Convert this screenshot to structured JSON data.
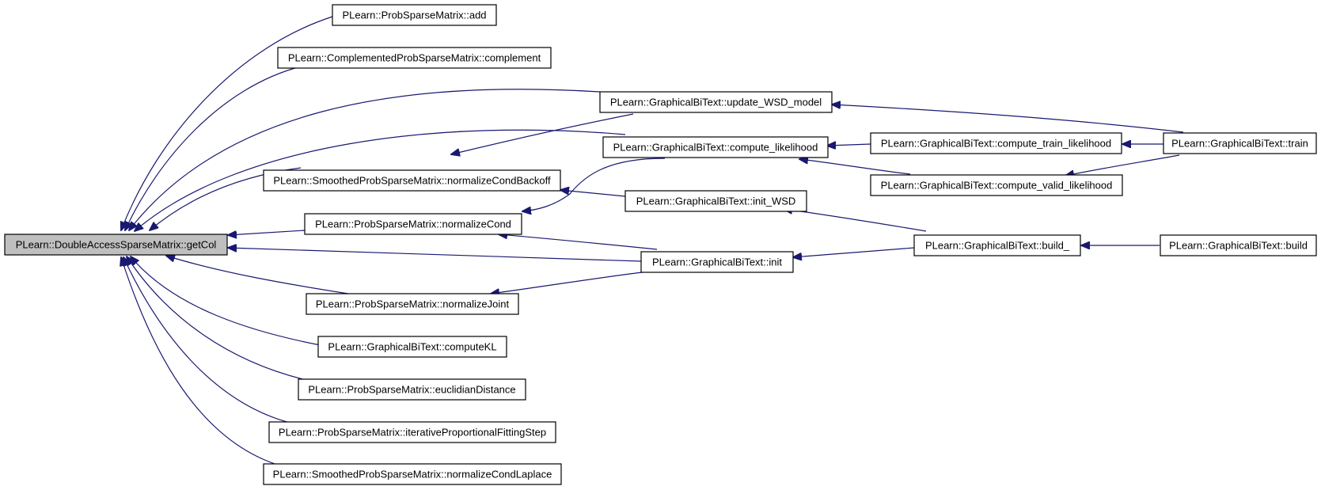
{
  "colors": {
    "edge": "#191970",
    "node_border": "#000000",
    "root_fill": "#bfbfbf",
    "node_fill": "#ffffff"
  },
  "nodes": {
    "getcol": "PLearn::DoubleAccessSparseMatrix::getCol",
    "add": "PLearn::ProbSparseMatrix::add",
    "complement": "PLearn::ComplementedProbSparseMatrix::complement",
    "norm_cond_backoff": "PLearn::SmoothedProbSparseMatrix::normalizeCondBackoff",
    "norm_cond": "PLearn::ProbSparseMatrix::normalizeCond",
    "norm_joint": "PLearn::ProbSparseMatrix::normalizeJoint",
    "compute_kl": "PLearn::GraphicalBiText::computeKL",
    "euclidian": "PLearn::ProbSparseMatrix::euclidianDistance",
    "ipf_step": "PLearn::ProbSparseMatrix::iterativeProportionalFittingStep",
    "norm_cond_laplace": "PLearn::SmoothedProbSparseMatrix::normalizeCondLaplace",
    "update_wsd": "PLearn::GraphicalBiText::update_WSD_model",
    "compute_lik": "PLearn::GraphicalBiText::compute_likelihood",
    "init_wsd": "PLearn::GraphicalBiText::init_WSD",
    "init": "PLearn::GraphicalBiText::init",
    "train_lik": "PLearn::GraphicalBiText::compute_train_likelihood",
    "valid_lik": "PLearn::GraphicalBiText::compute_valid_likelihood",
    "build_": "PLearn::GraphicalBiText::build_",
    "train": "PLearn::GraphicalBiText::train",
    "build": "PLearn::GraphicalBiText::build"
  },
  "edges": [
    {
      "from": "add",
      "to": "getcol"
    },
    {
      "from": "complement",
      "to": "getcol"
    },
    {
      "from": "update_wsd",
      "to": "getcol"
    },
    {
      "from": "compute_lik",
      "to": "getcol"
    },
    {
      "from": "norm_cond_backoff",
      "to": "getcol"
    },
    {
      "from": "norm_cond",
      "to": "getcol"
    },
    {
      "from": "init",
      "to": "getcol"
    },
    {
      "from": "norm_joint",
      "to": "getcol"
    },
    {
      "from": "compute_kl",
      "to": "getcol"
    },
    {
      "from": "euclidian",
      "to": "getcol"
    },
    {
      "from": "ipf_step",
      "to": "getcol"
    },
    {
      "from": "norm_cond_laplace",
      "to": "getcol"
    },
    {
      "from": "update_wsd",
      "to": "norm_cond_backoff"
    },
    {
      "from": "init_wsd",
      "to": "norm_cond_backoff"
    },
    {
      "from": "compute_lik",
      "to": "norm_cond"
    },
    {
      "from": "init",
      "to": "norm_cond"
    },
    {
      "from": "init",
      "to": "norm_joint"
    },
    {
      "from": "train",
      "to": "update_wsd"
    },
    {
      "from": "train_lik",
      "to": "compute_lik"
    },
    {
      "from": "valid_lik",
      "to": "compute_lik"
    },
    {
      "from": "build_",
      "to": "init_wsd"
    },
    {
      "from": "build_",
      "to": "init"
    },
    {
      "from": "train",
      "to": "train_lik"
    },
    {
      "from": "train",
      "to": "valid_lik"
    },
    {
      "from": "build",
      "to": "build_"
    }
  ]
}
